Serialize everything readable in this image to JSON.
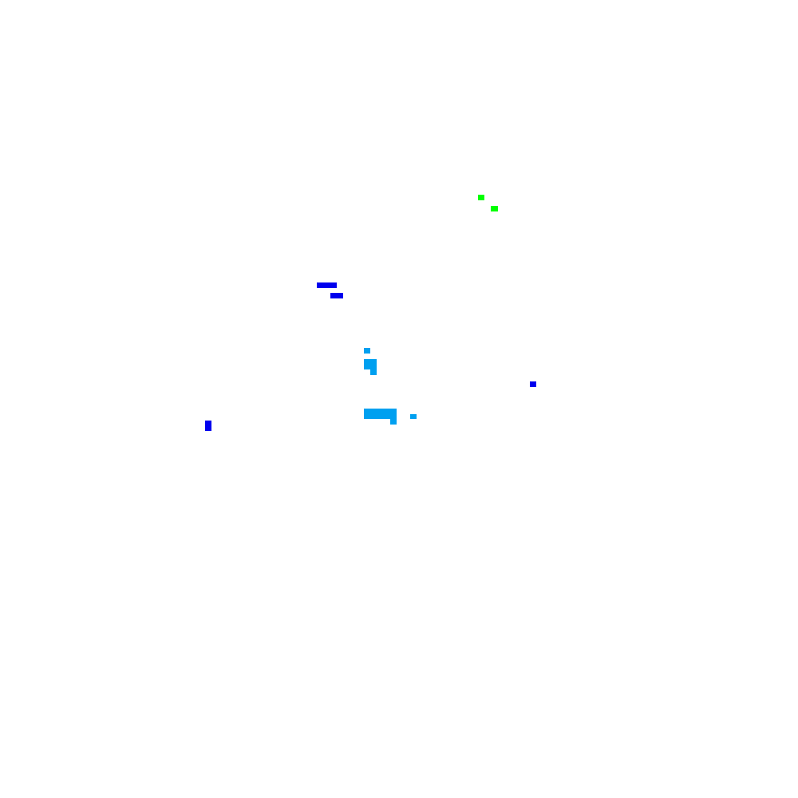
{
  "scene": {
    "background": "#ffffff",
    "colors": {
      "green": "#00ff00",
      "blue": "#0000ee",
      "light_blue": "#00a0f0"
    },
    "shape_groups": [
      {
        "name": "green-blobs",
        "color": "green",
        "count": 2
      },
      {
        "name": "dark-blue-blobs",
        "color": "blue",
        "count": 4
      },
      {
        "name": "light-blue-blobs",
        "color": "light_blue",
        "count": 7
      }
    ]
  }
}
